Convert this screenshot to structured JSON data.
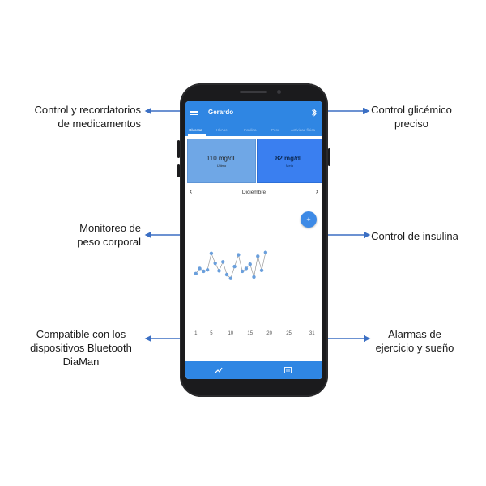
{
  "callouts": {
    "medicamentos": "Control y recordatorios\nde medicamentos",
    "glicemico": "Control glicémico\npreciso",
    "peso": "Monitoreo de\npeso corporal",
    "insulina": "Control de insulina",
    "bluetooth": "Compatible con los\ndispositivos Bluetooth\nDiaMan",
    "alarmas": "Alarmas de\nejercicio y sueño"
  },
  "app": {
    "title": "Gerardo",
    "tabs": [
      "Glucosa",
      "HbA1c",
      "Insulina",
      "Peso",
      "Actividad física"
    ],
    "active_tab": 0,
    "cards": [
      {
        "value": "110 mg/dL",
        "label": "Último"
      },
      {
        "value": "82 mg/dL",
        "label": "Meta"
      }
    ],
    "month": "Diciembre",
    "fab_label": "+"
  },
  "chart_data": {
    "type": "line",
    "x": [
      1,
      2,
      3,
      4,
      5,
      6,
      7,
      8,
      9,
      10,
      11,
      12,
      13,
      14,
      15,
      16,
      17,
      18,
      19
    ],
    "series": [
      {
        "values": [
          105,
          116,
          110,
          113,
          148,
          127,
          111,
          130,
          103,
          95,
          120,
          145,
          110,
          116,
          125,
          98,
          142,
          112,
          150
        ]
      }
    ],
    "xlim": [
      0,
      32
    ],
    "ylim": [
      0,
      170
    ],
    "xticks": [
      1,
      5,
      10,
      15,
      20,
      25,
      31
    ],
    "grid": false,
    "color": "#6a9fdc"
  },
  "colors": {
    "primary": "#2f86e3",
    "card_recent": "#6fa7e6",
    "card_goal": "#3a7ff0",
    "arrow": "#3b6fc4"
  },
  "icons": {
    "menu": "menu-icon",
    "bluetooth": "bluetooth-icon",
    "prev": "chevron-left-icon",
    "next": "chevron-right-icon",
    "nav_chart": "trend-chart-icon",
    "nav_list": "list-icon"
  }
}
